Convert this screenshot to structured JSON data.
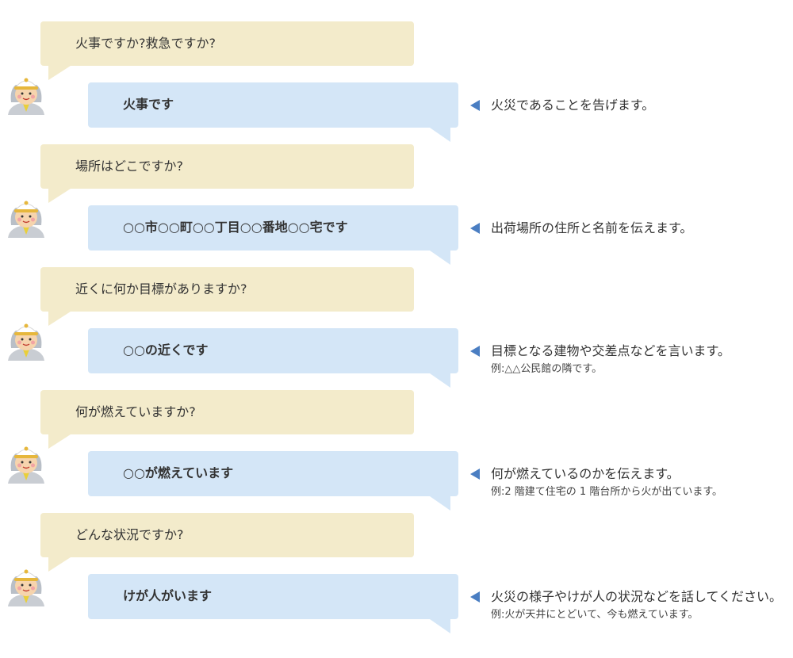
{
  "steps": [
    {
      "question": "火事ですか?救急ですか?",
      "answer": "火事です",
      "note": "火災であることを告げます。",
      "example": ""
    },
    {
      "question": "場所はどこですか?",
      "answer": "○○市○○町○○丁目○○番地○○宅です",
      "note": "出荷場所の住所と名前を伝えます。",
      "example": ""
    },
    {
      "question": "近くに何か目標がありますか?",
      "answer": "○○の近くです",
      "note": "目標となる建物や交差点などを言います。",
      "example": "例:△△公民館の隣です。"
    },
    {
      "question": "何が燃えていますか?",
      "answer": "○○が燃えています",
      "note": "何が燃えているのかを伝えます。",
      "example": "例:2 階建て住宅の 1 階台所から火が出ています。"
    },
    {
      "question": "どんな状況ですか?",
      "answer": "けが人がいます",
      "note": "火災の様子やけが人の状況などを話してください。",
      "example": "例:火が天井にとどいて、今も燃えています。"
    }
  ],
  "colors": {
    "question_bubble": "#f3ebcb",
    "answer_bubble": "#d4e6f7",
    "arrow": "#4a7ec2"
  },
  "icons": {
    "avatar": "firefighter-avatar-icon",
    "pointer": "triangle-left-icon"
  }
}
